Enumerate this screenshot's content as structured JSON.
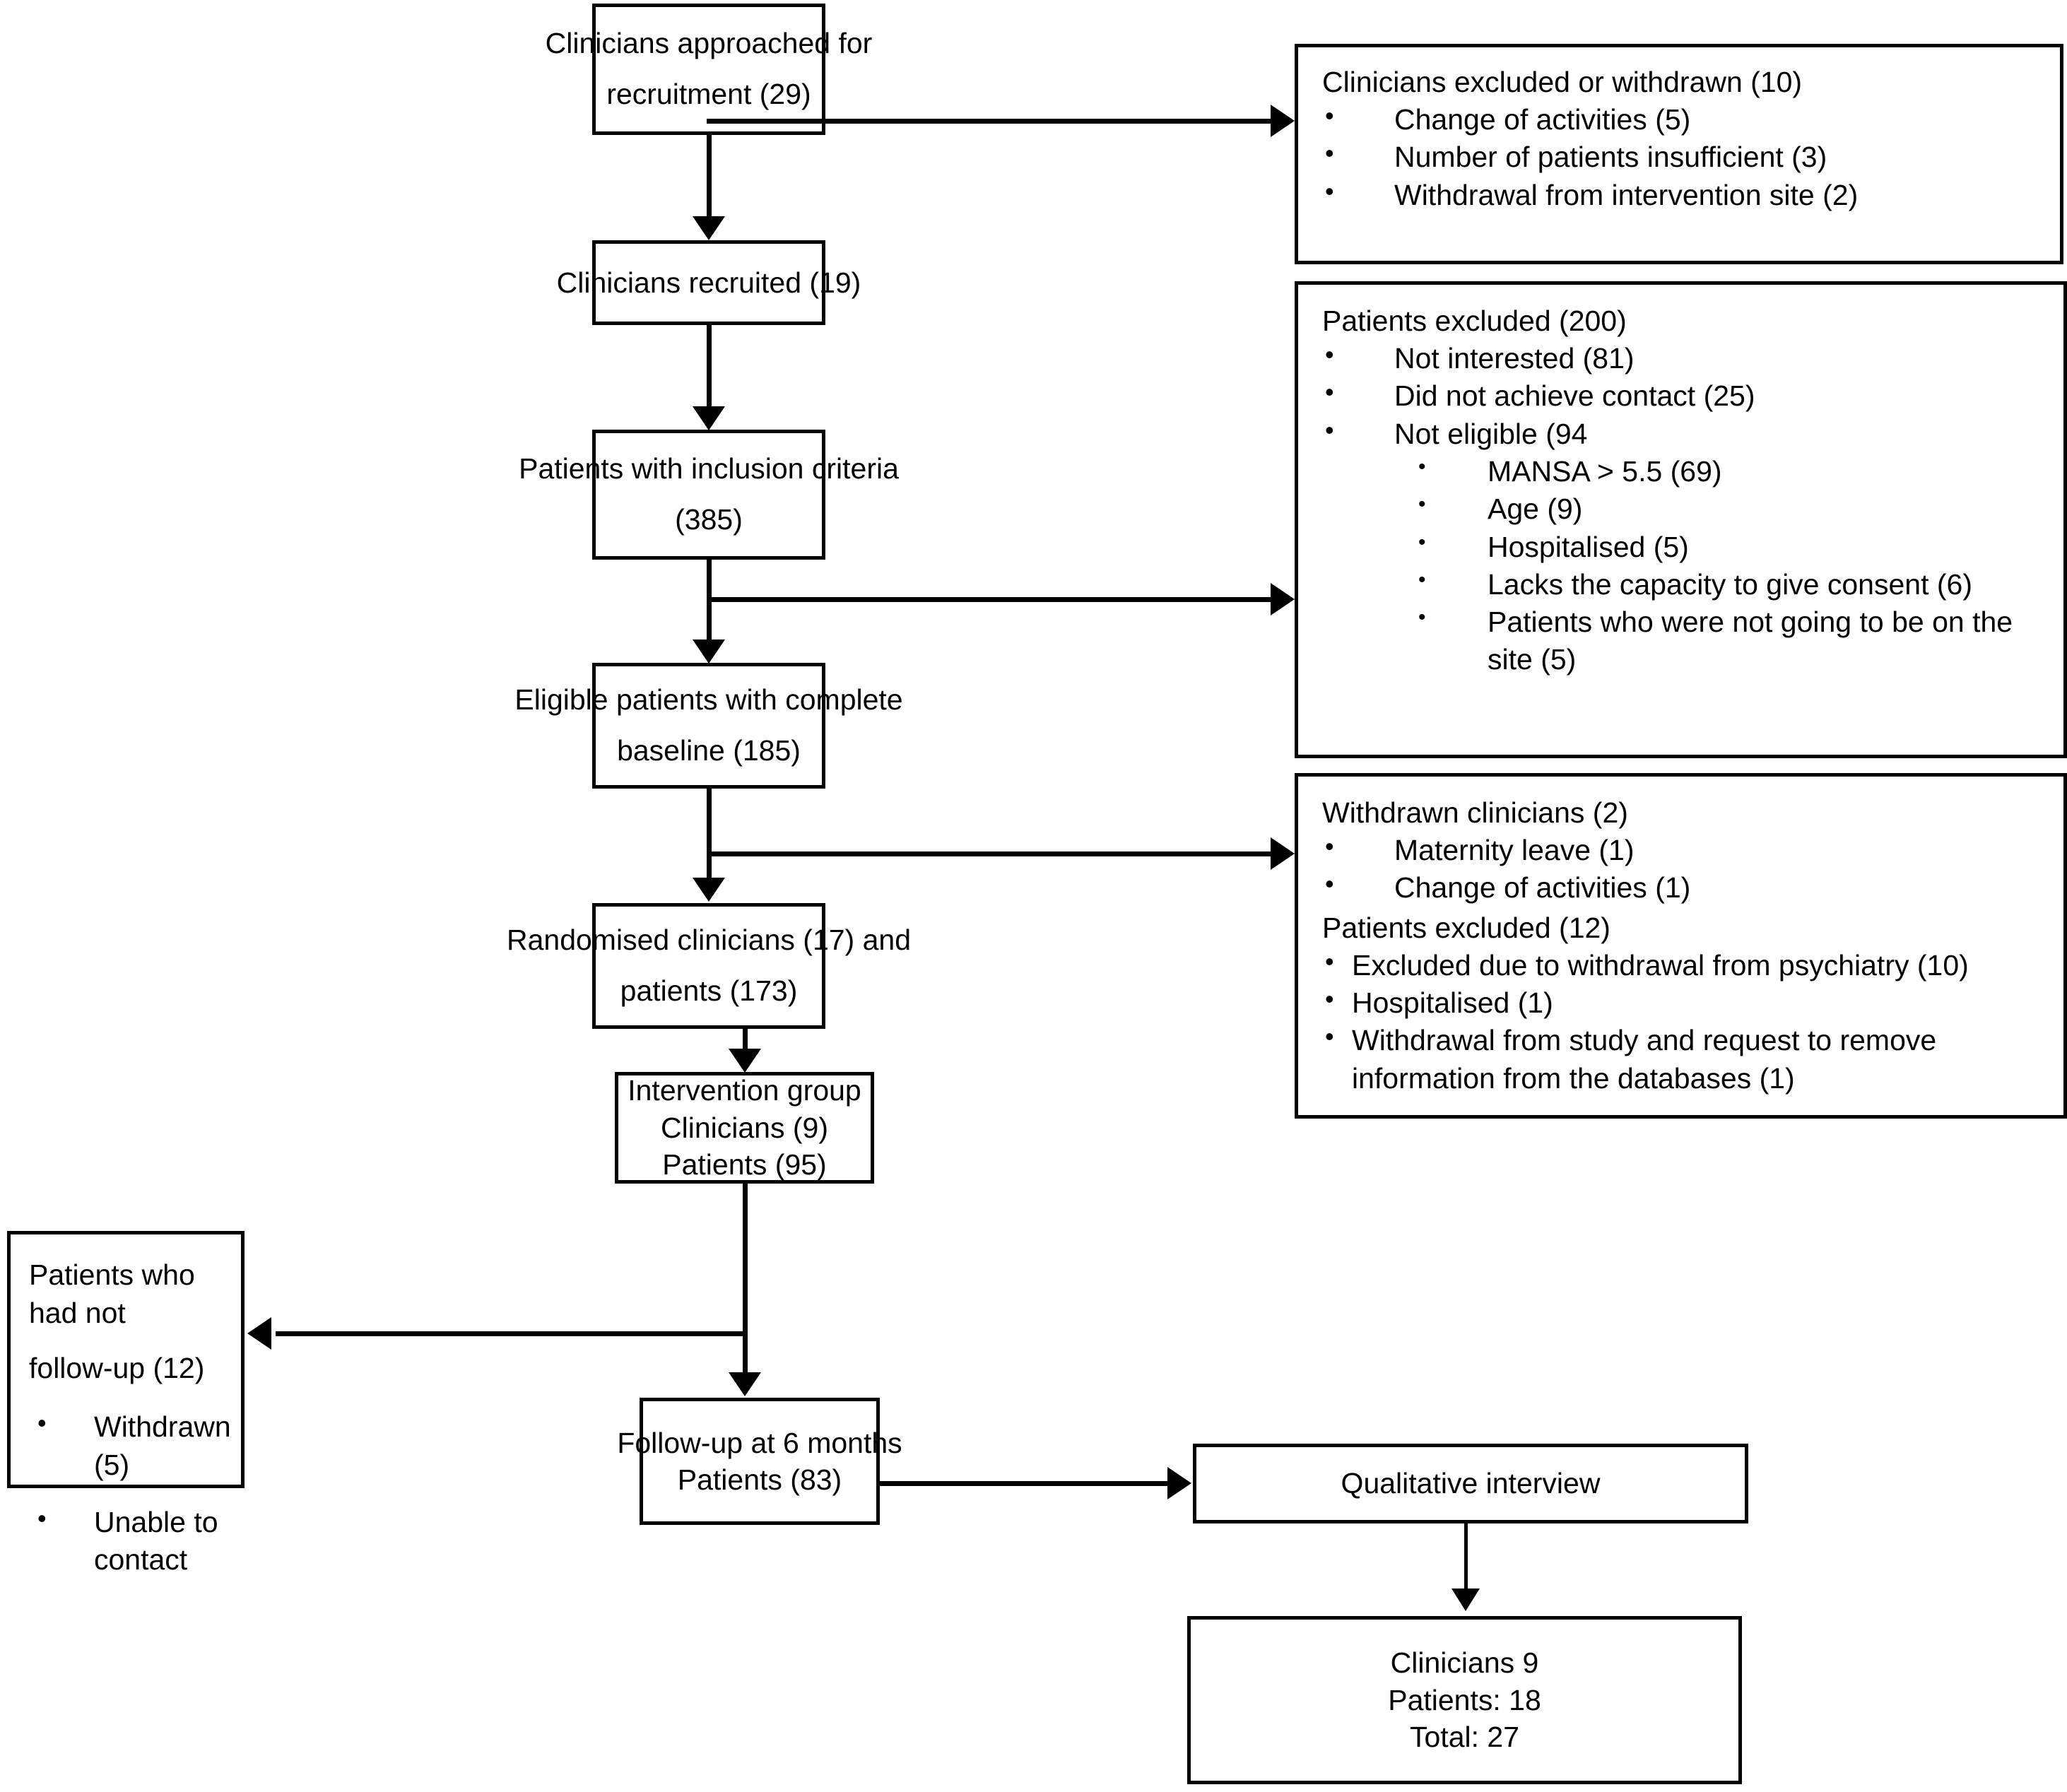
{
  "diagram": {
    "title": "CONSORT participant flow diagram",
    "nodes": {
      "approached": {
        "line1": "Clinicians approached for",
        "line2": "recruitment (29)"
      },
      "recruited": {
        "line1": "Clinicians recruited (19)"
      },
      "inclusion": {
        "line1": "Patients with inclusion criteria",
        "line2": "(385)"
      },
      "baseline": {
        "line1": "Eligible patients with complete",
        "line2": "baseline (185)"
      },
      "randomised": {
        "line1": "Randomised clinicians (17) and",
        "line2": "patients (173)"
      },
      "intervention": {
        "line1": "Intervention group",
        "line2": "Clinicians (9)",
        "line3": "Patients (95)"
      },
      "followup": {
        "line1": "Follow-up at 6 months",
        "line2": "Patients (83)"
      },
      "qualitative": {
        "line1": "Qualitative interview"
      },
      "interview_totals": {
        "line1": "Clinicians 9",
        "line2": "Patients: 18",
        "line3": "Total: 27"
      },
      "clinicians_excluded": {
        "header": "Clinicians excluded or withdrawn (10)",
        "bullets": [
          "Change of activities (5)",
          "Number of patients insufficient (3)",
          "Withdrawal from intervention site (2)"
        ]
      },
      "patients_excluded_200": {
        "header": "Patients excluded (200)",
        "bullets": [
          "Not interested (81)",
          "Did not achieve contact (25)",
          "Not eligible (94"
        ],
        "sub_bullets": [
          "MANSA > 5.5 (69)",
          "Age (9)",
          "Hospitalised (5)",
          "Lacks the capacity to give consent (6)",
          "Patients who were not going to be on the site (5)"
        ]
      },
      "withdrawn_clinicians": {
        "header": "Withdrawn clinicians (2)",
        "bullets": [
          "Maternity leave (1)",
          "Change of activities (1)"
        ],
        "header2": "Patients excluded (12)",
        "bullets2": [
          "Excluded due to withdrawal from psychiatry (10)",
          "Hospitalised (1)",
          "Withdrawal from study and request to remove information from the databases (1)"
        ]
      },
      "no_followup": {
        "line1": "Patients who had not",
        "line2": "follow-up (12)",
        "bullets": [
          "Withdrawn (5)",
          "Unable to contact"
        ]
      }
    },
    "colors": {
      "stroke": "#000000",
      "fill": "#ffffff",
      "text": "#000000"
    }
  }
}
